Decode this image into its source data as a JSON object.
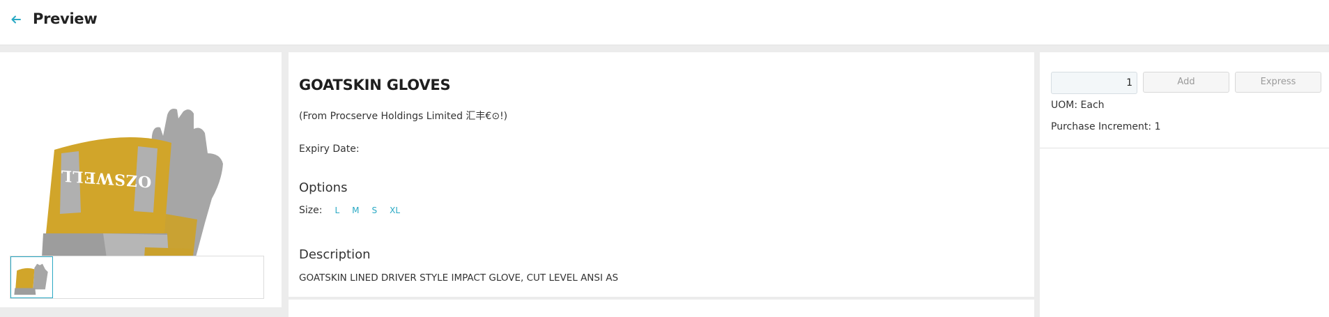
{
  "header": {
    "title": "Preview",
    "back_icon": "arrow-left-icon"
  },
  "colors": {
    "accent": "#2aa9c4",
    "background": "#ececec",
    "panel": "#ffffff"
  },
  "product": {
    "title": "GOATSKIN GLOVES",
    "supplier": "(From Procserve Holdings Limited 汇丰€⊙!)",
    "expiry_label": "Expiry Date:",
    "options_heading": "Options",
    "size_label": "Size:",
    "sizes": [
      "L",
      "M",
      "S",
      "XL"
    ],
    "description_heading": "Description",
    "description": "GOATSKIN LINED DRIVER STYLE IMPACT GLOVE, CUT LEVEL ANSI AS"
  },
  "purchase": {
    "quantity": "1",
    "add_label": "Add",
    "express_label": "Express",
    "uom": "UOM: Each",
    "increment": "Purchase Increment: 1"
  },
  "images": {
    "logo_text": "OZSWELL"
  }
}
